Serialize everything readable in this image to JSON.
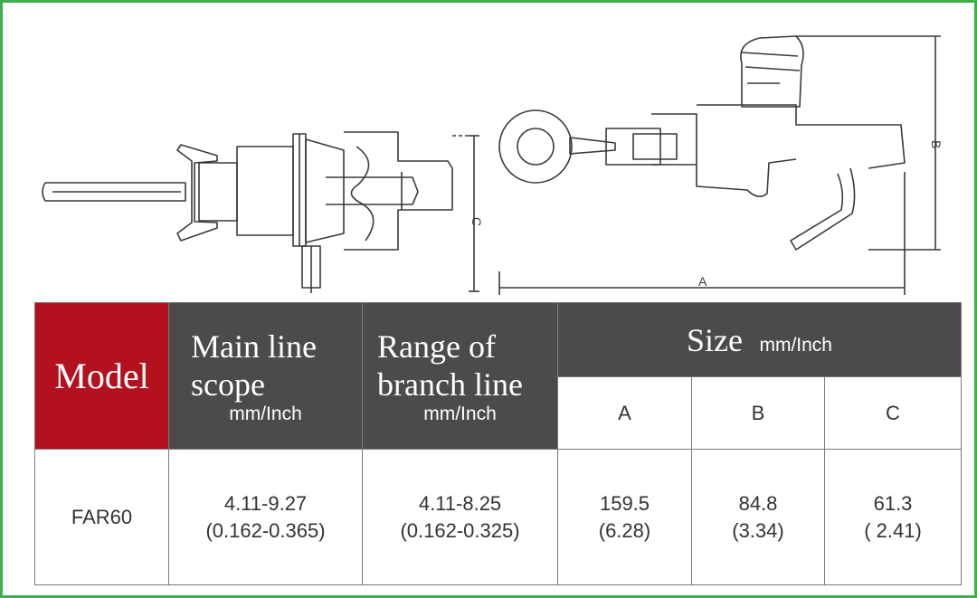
{
  "dimension_labels": {
    "a": "A",
    "b": "B",
    "c": "C"
  },
  "table": {
    "header": {
      "model": "Model",
      "main_line_title": "Main line scope",
      "main_line_unit": "mm/Inch",
      "branch_line_title": "Range of branch line",
      "branch_line_unit": "mm/Inch",
      "size_title": "Size",
      "size_unit": "mm/Inch",
      "size_columns": [
        "A",
        "B",
        "C"
      ]
    },
    "rows": [
      {
        "model": "FAR60",
        "main_line": [
          "4.11-9.27",
          "(0.162-0.365)"
        ],
        "branch_line": [
          "4.11-8.25",
          "(0.162-0.325)"
        ],
        "a": [
          "159.5",
          "(6.28)"
        ],
        "b": [
          "84.8",
          "(3.34)"
        ],
        "c": [
          "61.3",
          "( 2.41)"
        ]
      }
    ]
  },
  "colors": {
    "border_green": "#3cb04a",
    "model_red": "#b3111e",
    "header_dark": "#4d4a4a"
  }
}
